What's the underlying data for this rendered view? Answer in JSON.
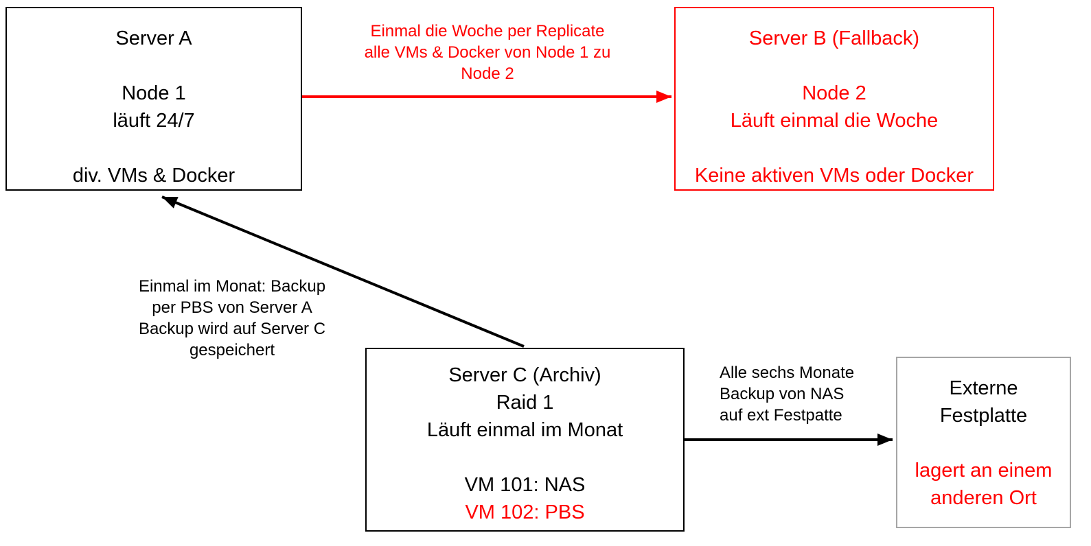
{
  "boxes": {
    "server_a": {
      "title": "Server A",
      "node": "Node 1",
      "uptime": "läuft 24/7",
      "vms": "div. VMs & Docker"
    },
    "server_b": {
      "title": "Server B (Fallback)",
      "node": "Node 2",
      "schedule": "Läuft einmal die Woche",
      "vms": "Keine aktiven VMs oder Docker"
    },
    "server_c": {
      "title": "Server C (Archiv)",
      "raid": "Raid 1",
      "schedule": "Läuft einmal im Monat",
      "vm101": "VM 101: NAS",
      "vm102": "VM 102: PBS"
    },
    "external_disk": {
      "title_line1": "Externe",
      "title_line2": "Festplatte",
      "location_line1": "lagert an einem",
      "location_line2": "anderen Ort"
    }
  },
  "arrow_labels": {
    "replicate": [
      "Einmal die Woche per Replicate",
      "alle VMs & Docker von Node 1 zu",
      "Node 2"
    ],
    "pbs_backup": [
      "Einmal im Monat: Backup",
      "per PBS von Server A",
      "Backup wird auf Server C",
      "gespeichert"
    ],
    "nas_backup": [
      "Alle sechs Monate",
      "Backup von NAS",
      "auf ext Festpatte"
    ]
  },
  "colors": {
    "accent_red": "#ff0000",
    "arrow_black": "#000000",
    "external_box_border": "#a6a6a6"
  }
}
